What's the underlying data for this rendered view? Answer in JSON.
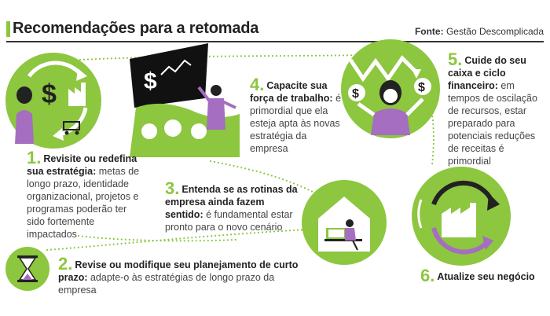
{
  "header": {
    "title": "Recomendações para a retomada",
    "source_label": "Fonte:",
    "source_value": "Gestão Descomplicada"
  },
  "colors": {
    "accent": "#8dc63f",
    "purple": "#a56ec0",
    "dark": "#222222",
    "chalkboard": "#111111"
  },
  "steps": [
    {
      "number": "1.",
      "title": "Revisite ou redefina sua estratégia:",
      "body": "metas de longo prazo, identidade organizacional, projetos e programas poderão ter sido fortemente impactados"
    },
    {
      "number": "2.",
      "title": "Revise ou modifique seu planejamento de curto prazo:",
      "body": "adapte-o às estratégias de longo prazo da empresa"
    },
    {
      "number": "3.",
      "title": "Entenda se as rotinas da empresa ainda fazem sentido:",
      "body": "é fundamental estar pronto para o novo cenário"
    },
    {
      "number": "4.",
      "title": "Capacite sua força de trabalho:",
      "body": "é primordial que ela esteja apta às novas estratégia da empresa"
    },
    {
      "number": "5.",
      "title": "Cuide do seu caixa e ciclo financeiro:",
      "body": "em tempos de oscilação de recursos, estar preparado para potenciais reduções de receitas é primordial"
    },
    {
      "number": "6.",
      "title": "Atualize seu negócio",
      "body": ""
    }
  ],
  "icons": {
    "strategy": "strategy-cycle-icon",
    "hourglass": "hourglass-icon",
    "home_office": "home-office-icon",
    "training": "training-presentation-icon",
    "cashflow": "cashflow-icon",
    "update": "update-cycle-icon"
  }
}
